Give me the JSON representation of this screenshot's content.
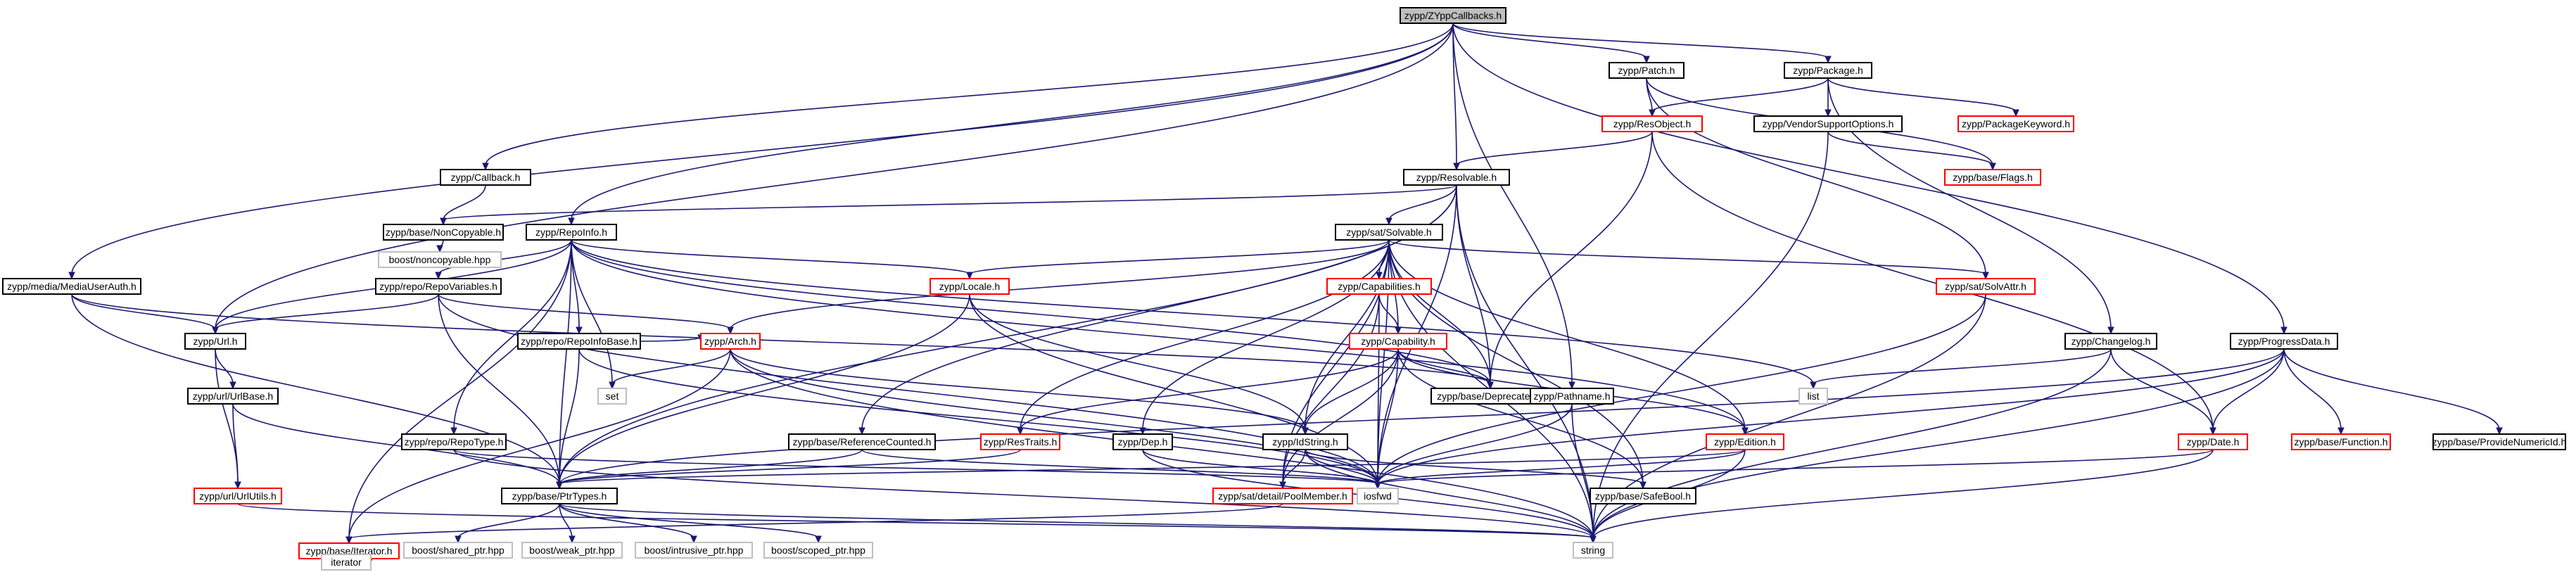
{
  "nodes": [
    {
      "id": "root",
      "label": "zypp/ZYppCallbacks.h",
      "style": "root"
    },
    {
      "id": "patch",
      "label": "zypp/Patch.h",
      "style": "black"
    },
    {
      "id": "package",
      "label": "zypp/Package.h",
      "style": "black"
    },
    {
      "id": "resobject",
      "label": "zypp/ResObject.h",
      "style": "red"
    },
    {
      "id": "vendor",
      "label": "zypp/VendorSupportOptions.h",
      "style": "black"
    },
    {
      "id": "pkgkw",
      "label": "zypp/PackageKeyword.h",
      "style": "red"
    },
    {
      "id": "callback",
      "label": "zypp/Callback.h",
      "style": "black"
    },
    {
      "id": "resolvable",
      "label": "zypp/Resolvable.h",
      "style": "black"
    },
    {
      "id": "flags",
      "label": "zypp/base/Flags.h",
      "style": "red"
    },
    {
      "id": "noncopy",
      "label": "zypp/base/NonCopyable.h",
      "style": "black"
    },
    {
      "id": "repoinfo",
      "label": "zypp/RepoInfo.h",
      "style": "black"
    },
    {
      "id": "solvable",
      "label": "zypp/sat/Solvable.h",
      "style": "black"
    },
    {
      "id": "solvattr",
      "label": "zypp/sat/SolvAttr.h",
      "style": "red"
    },
    {
      "id": "boostnc",
      "label": "boost/noncopyable.hpp",
      "style": "gray"
    },
    {
      "id": "mediauser",
      "label": "zypp/media/MediaUserAuth.h",
      "style": "black"
    },
    {
      "id": "repovars",
      "label": "zypp/repo/RepoVariables.h",
      "style": "black"
    },
    {
      "id": "locale",
      "label": "zypp/Locale.h",
      "style": "red"
    },
    {
      "id": "capabilities",
      "label": "zypp/Capabilities.h",
      "style": "red"
    },
    {
      "id": "url",
      "label": "zypp/Url.h",
      "style": "black"
    },
    {
      "id": "repoinfobase",
      "label": "zypp/repo/RepoInfoBase.h",
      "style": "black"
    },
    {
      "id": "arch",
      "label": "zypp/Arch.h",
      "style": "red"
    },
    {
      "id": "capability",
      "label": "zypp/Capability.h",
      "style": "red"
    },
    {
      "id": "changelog",
      "label": "zypp/Changelog.h",
      "style": "black"
    },
    {
      "id": "progress",
      "label": "zypp/ProgressData.h",
      "style": "black"
    },
    {
      "id": "set",
      "label": "set",
      "style": "gray"
    },
    {
      "id": "deprecated",
      "label": "zypp/base/Deprecated.h",
      "style": "black"
    },
    {
      "id": "pathname",
      "label": "zypp/Pathname.h",
      "style": "black"
    },
    {
      "id": "list",
      "label": "list",
      "style": "gray"
    },
    {
      "id": "urlbase",
      "label": "zypp/url/UrlBase.h",
      "style": "black"
    },
    {
      "id": "repotype",
      "label": "zypp/repo/RepoType.h",
      "style": "black"
    },
    {
      "id": "refcounted",
      "label": "zypp/base/ReferenceCounted.h",
      "style": "black"
    },
    {
      "id": "restraits",
      "label": "zypp/ResTraits.h",
      "style": "red"
    },
    {
      "id": "dep",
      "label": "zypp/Dep.h",
      "style": "black"
    },
    {
      "id": "idstring",
      "label": "zypp/IdString.h",
      "style": "black"
    },
    {
      "id": "edition",
      "label": "zypp/Edition.h",
      "style": "red"
    },
    {
      "id": "date",
      "label": "zypp/Date.h",
      "style": "red"
    },
    {
      "id": "function",
      "label": "zypp/base/Function.h",
      "style": "red"
    },
    {
      "id": "providenum",
      "label": "zypp/base/ProvideNumericId.h",
      "style": "black"
    },
    {
      "id": "urlutils",
      "label": "zypp/url/UrlUtils.h",
      "style": "red"
    },
    {
      "id": "ptrtypes",
      "label": "zypp/base/PtrTypes.h",
      "style": "black"
    },
    {
      "id": "iosfwd",
      "label": "iosfwd",
      "style": "gray"
    },
    {
      "id": "poolmember",
      "label": "zypp/sat/detail/PoolMember.h",
      "style": "red"
    },
    {
      "id": "safebool",
      "label": "zypp/base/SafeBool.h",
      "style": "black"
    },
    {
      "id": "iterator",
      "label": "zypp/base/Iterator.h",
      "style": "red"
    },
    {
      "id": "sharedptr",
      "label": "boost/shared_ptr.hpp",
      "style": "gray"
    },
    {
      "id": "weakptr",
      "label": "boost/weak_ptr.hpp",
      "style": "gray"
    },
    {
      "id": "intrusive",
      "label": "boost/intrusive_ptr.hpp",
      "style": "gray"
    },
    {
      "id": "scopedptr",
      "label": "boost/scoped_ptr.hpp",
      "style": "gray"
    },
    {
      "id": "string",
      "label": "string",
      "style": "gray"
    },
    {
      "id": "iteratorstd",
      "label": "iterator",
      "style": "gray"
    }
  ],
  "edges": [
    [
      "root",
      "patch"
    ],
    [
      "root",
      "package"
    ],
    [
      "root",
      "resolvable"
    ],
    [
      "root",
      "callback"
    ],
    [
      "root",
      "repoinfo"
    ],
    [
      "root",
      "mediauser"
    ],
    [
      "root",
      "url"
    ],
    [
      "root",
      "pathname"
    ],
    [
      "root",
      "progress"
    ],
    [
      "patch",
      "resobject"
    ],
    [
      "patch",
      "flags"
    ],
    [
      "patch",
      "solvattr"
    ],
    [
      "package",
      "resobject"
    ],
    [
      "package",
      "vendor"
    ],
    [
      "package",
      "pkgkw"
    ],
    [
      "package",
      "changelog"
    ],
    [
      "resobject",
      "resolvable"
    ],
    [
      "resobject",
      "deprecated"
    ],
    [
      "resobject",
      "date"
    ],
    [
      "vendor",
      "flags"
    ],
    [
      "vendor",
      "string"
    ],
    [
      "callback",
      "noncopy"
    ],
    [
      "resolvable",
      "noncopy"
    ],
    [
      "resolvable",
      "solvable"
    ],
    [
      "resolvable",
      "refcounted"
    ],
    [
      "resolvable",
      "ptrtypes"
    ],
    [
      "resolvable",
      "deprecated"
    ],
    [
      "resolvable",
      "iosfwd"
    ],
    [
      "resolvable",
      "string"
    ],
    [
      "noncopy",
      "boostnc"
    ],
    [
      "repoinfo",
      "repovars"
    ],
    [
      "repoinfo",
      "url"
    ],
    [
      "repoinfo",
      "repoinfobase"
    ],
    [
      "repoinfo",
      "repotype"
    ],
    [
      "repoinfo",
      "locale"
    ],
    [
      "repoinfo",
      "set"
    ],
    [
      "repoinfo",
      "list"
    ],
    [
      "repoinfo",
      "deprecated"
    ],
    [
      "repoinfo",
      "iterator"
    ],
    [
      "repoinfo",
      "edition"
    ],
    [
      "repoinfo",
      "ptrtypes"
    ],
    [
      "solvable",
      "solvattr"
    ],
    [
      "solvable",
      "locale"
    ],
    [
      "solvable",
      "capabilities"
    ],
    [
      "solvable",
      "capability"
    ],
    [
      "solvable",
      "arch"
    ],
    [
      "solvable",
      "edition"
    ],
    [
      "solvable",
      "idstring"
    ],
    [
      "solvable",
      "dep"
    ],
    [
      "solvable",
      "restraits"
    ],
    [
      "solvable",
      "poolmember"
    ],
    [
      "solvable",
      "deprecated"
    ],
    [
      "solvable",
      "safebool"
    ],
    [
      "solvable",
      "iosfwd"
    ],
    [
      "solvable",
      "string"
    ],
    [
      "solvattr",
      "iosfwd"
    ],
    [
      "solvattr",
      "string"
    ],
    [
      "mediauser",
      "url"
    ],
    [
      "mediauser",
      "ptrtypes"
    ],
    [
      "mediauser",
      "deprecated"
    ],
    [
      "repovars",
      "url"
    ],
    [
      "repovars",
      "arch"
    ],
    [
      "repovars",
      "iosfwd"
    ],
    [
      "repovars",
      "ptrtypes"
    ],
    [
      "locale",
      "idstring"
    ],
    [
      "locale",
      "ptrtypes"
    ],
    [
      "locale",
      "iosfwd"
    ],
    [
      "capabilities",
      "capability"
    ],
    [
      "capabilities",
      "poolmember"
    ],
    [
      "capabilities",
      "iosfwd"
    ],
    [
      "url",
      "urlbase"
    ],
    [
      "url",
      "urlutils"
    ],
    [
      "repoinfobase",
      "ptrtypes"
    ],
    [
      "repoinfobase",
      "arch"
    ],
    [
      "repoinfobase",
      "iosfwd"
    ],
    [
      "arch",
      "set"
    ],
    [
      "arch",
      "iosfwd"
    ],
    [
      "arch",
      "string"
    ],
    [
      "arch",
      "iterator"
    ],
    [
      "arch",
      "idstring"
    ],
    [
      "capability",
      "restraits"
    ],
    [
      "capability",
      "idstring"
    ],
    [
      "capability",
      "edition"
    ],
    [
      "capability",
      "poolmember"
    ],
    [
      "capability",
      "iosfwd"
    ],
    [
      "capability",
      "deprecated"
    ],
    [
      "capability",
      "safebool"
    ],
    [
      "changelog",
      "list"
    ],
    [
      "changelog",
      "date"
    ],
    [
      "changelog",
      "string"
    ],
    [
      "progress",
      "date"
    ],
    [
      "progress",
      "function"
    ],
    [
      "progress",
      "providenum"
    ],
    [
      "progress",
      "iosfwd"
    ],
    [
      "progress",
      "ptrtypes"
    ],
    [
      "progress",
      "string"
    ],
    [
      "pathname",
      "iosfwd"
    ],
    [
      "pathname",
      "string"
    ],
    [
      "urlbase",
      "urlutils"
    ],
    [
      "urlbase",
      "ptrtypes"
    ],
    [
      "repotype",
      "iosfwd"
    ],
    [
      "repotype",
      "string"
    ],
    [
      "refcounted",
      "iosfwd"
    ],
    [
      "refcounted",
      "ptrtypes"
    ],
    [
      "restraits",
      "ptrtypes"
    ],
    [
      "dep",
      "iosfwd"
    ],
    [
      "dep",
      "string"
    ],
    [
      "idstring",
      "iosfwd"
    ],
    [
      "idstring",
      "poolmember"
    ],
    [
      "idstring",
      "string"
    ],
    [
      "idstring",
      "safebool"
    ],
    [
      "edition",
      "iosfwd"
    ],
    [
      "edition",
      "string"
    ],
    [
      "edition",
      "ptrtypes"
    ],
    [
      "date",
      "iosfwd"
    ],
    [
      "date",
      "string"
    ],
    [
      "urlutils",
      "string"
    ],
    [
      "ptrtypes",
      "sharedptr"
    ],
    [
      "ptrtypes",
      "weakptr"
    ],
    [
      "ptrtypes",
      "intrusive"
    ],
    [
      "ptrtypes",
      "scopedptr"
    ],
    [
      "ptrtypes",
      "string"
    ],
    [
      "poolmember",
      "iterator"
    ],
    [
      "iterator",
      "iteratorstd"
    ]
  ]
}
